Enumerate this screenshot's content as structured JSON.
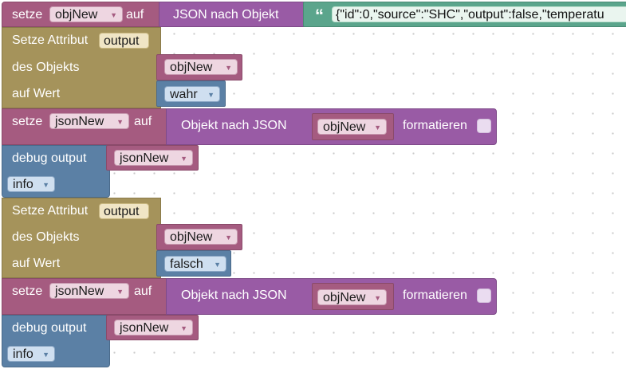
{
  "blocks": {
    "set1": {
      "label": "setze",
      "var": "objNew",
      "to": "auf"
    },
    "json_to_obj": {
      "label": "JSON nach Objekt",
      "quote": "“",
      "text": "{\"id\":0,\"source\":\"SHC\",\"output\":false,\"temperatu"
    },
    "attr1": {
      "label": "Setze Attribut",
      "attr": "output",
      "of_obj": "des Objekts",
      "obj_var": "objNew",
      "value_label": "auf Wert",
      "value": "wahr"
    },
    "set2": {
      "label": "setze",
      "var": "jsonNew",
      "to": "auf",
      "obj_to_json": "Objekt nach JSON",
      "arg": "objNew",
      "format": "formatieren"
    },
    "debug1": {
      "label": "debug output",
      "var": "jsonNew",
      "level": "info"
    },
    "attr2": {
      "label": "Setze Attribut",
      "attr": "output",
      "of_obj": "des Objekts",
      "obj_var": "objNew",
      "value_label": "auf Wert",
      "value": "falsch"
    },
    "set3": {
      "label": "setze",
      "var": "jsonNew",
      "to": "auf",
      "obj_to_json": "Objekt nach JSON",
      "arg": "objNew",
      "format": "formatieren"
    },
    "debug2": {
      "label": "debug output",
      "var": "jsonNew",
      "level": "info"
    }
  },
  "colors": {
    "variables": "#a55b80",
    "json": "#995ba5",
    "text": "#5ba58c",
    "objects": "#a5935b",
    "logic": "#5b80a5"
  },
  "icons": {
    "dropdown": "triangle-down",
    "quote": "open-quote",
    "checkbox": "unchecked-box"
  }
}
